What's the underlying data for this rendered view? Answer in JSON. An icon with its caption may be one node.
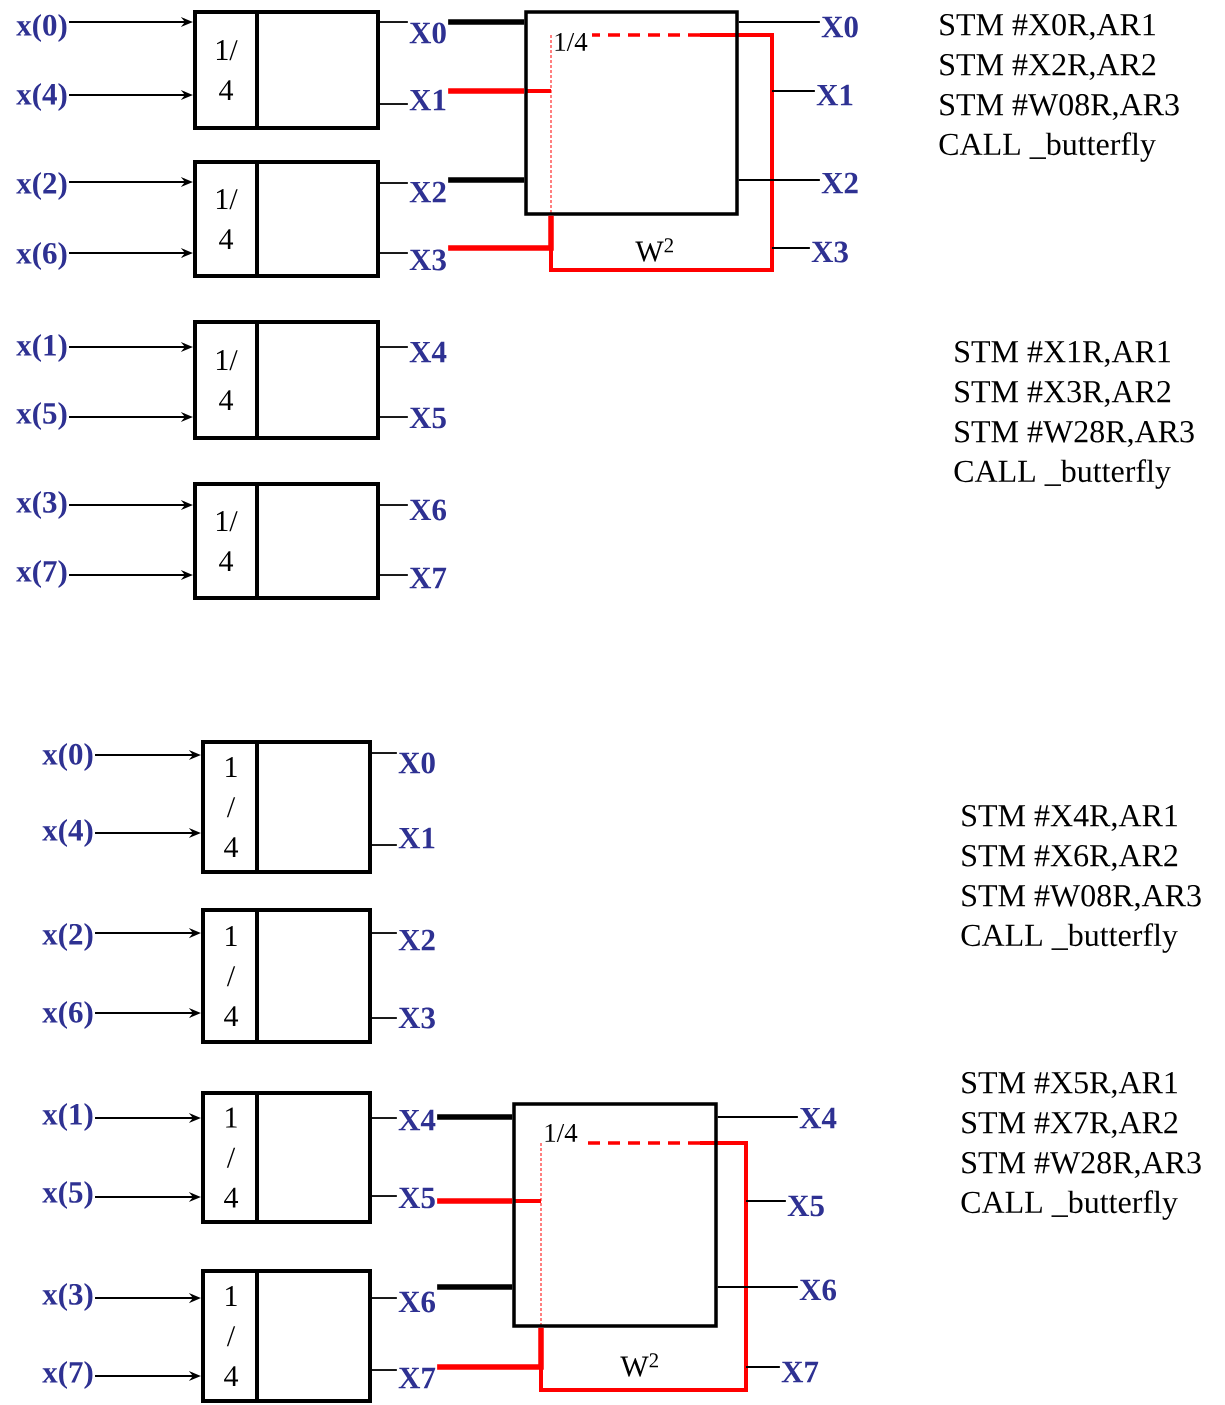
{
  "diagram": {
    "nodes": [
      {
        "text": [
          "x(0)"
        ]
      },
      {
        "text": [
          "x(4)"
        ]
      },
      {
        "text": [
          "1/ 4"
        ]
      },
      {
        "text": [
          "X0"
        ]
      },
      {
        "text": [
          "X1"
        ]
      },
      {
        "text": [
          "x(2)"
        ]
      },
      {
        "text": [
          "x(6)"
        ]
      },
      {
        "text": [
          "1/ 4"
        ]
      },
      {
        "text": [
          "X2"
        ]
      },
      {
        "text": [
          "X3"
        ]
      },
      {
        "text": [
          "x(1)"
        ]
      },
      {
        "text": [
          "x(5)"
        ]
      },
      {
        "text": [
          "1/ 4"
        ]
      },
      {
        "text": [
          "X4"
        ]
      },
      {
        "text": [
          "X5"
        ]
      },
      {
        "text": [
          "x(3)"
        ]
      },
      {
        "text": [
          "x(7)"
        ]
      },
      {
        "text": [
          "1/ 4"
        ]
      },
      {
        "text": [
          "X6"
        ]
      },
      {
        "text": [
          "X7"
        ]
      },
      {
        "text": [
          "1/4"
        ],
        "beside": [
          "W$^{2}$"
        ]
      },
      {
        "text": [
          "X0"
        ]
      },
      {
        "text": [
          "X1"
        ]
      },
      {
        "text": [
          "X2"
        ]
      },
      {
        "text": [
          "X3"
        ]
      },
      {
        "text": [
          "x(0)"
        ]
      },
      {
        "text": [
          "x(4)"
        ]
      },
      {
        "text": [
          "1 / 4"
        ]
      },
      {
        "text": [
          "X0"
        ]
      },
      {
        "text": [
          "X1"
        ]
      },
      {
        "text": [
          "x(2)"
        ]
      },
      {
        "text": [
          "x(6)"
        ]
      },
      {
        "text": [
          "1 / 4"
        ]
      },
      {
        "text": [
          "X2"
        ]
      },
      {
        "text": [
          "X3"
        ]
      },
      {
        "text": [
          "x(1)"
        ]
      },
      {
        "text": [
          "x(5)"
        ]
      },
      {
        "text": [
          "1 / 4"
        ]
      },
      {
        "text": [
          "X4"
        ]
      },
      {
        "text": [
          "X5"
        ]
      },
      {
        "text": [
          "x(3)"
        ]
      },
      {
        "text": [
          "x(7)"
        ]
      },
      {
        "text": [
          "1 / 4"
        ]
      },
      {
        "text": [
          "X6"
        ]
      },
      {
        "text": [
          "X7"
        ]
      },
      {
        "text": [
          "1/4"
        ],
        "beside": [
          "W$^{2}$"
        ]
      },
      {
        "text": [
          "X4"
        ]
      },
      {
        "text": [
          "X5"
        ]
      },
      {
        "text": [
          "X6"
        ]
      },
      {
        "text": [
          "X7"
        ]
      }
    ],
    "edges": [
      {
        "from": 0,
        "to": 2,
        "arrow": "to"
      },
      {
        "from": 1,
        "to": 2,
        "arrow": "to"
      },
      {
        "from": 2,
        "to": 3,
        "arrow": "none"
      },
      {
        "from": 2,
        "to": 4,
        "arrow": "none"
      },
      {
        "from": 5,
        "to": 7,
        "arrow": "to"
      },
      {
        "from": 6,
        "to": 7,
        "arrow": "to"
      },
      {
        "from": 7,
        "to": 8,
        "arrow": "none"
      },
      {
        "from": 7,
        "to": 9,
        "arrow": "none"
      },
      {
        "from": 10,
        "to": 12,
        "arrow": "to"
      },
      {
        "from": 11,
        "to": 12,
        "arrow": "to"
      },
      {
        "from": 12,
        "to": 13,
        "arrow": "none"
      },
      {
        "from": 12,
        "to": 14,
        "arrow": "none"
      },
      {
        "from": 15,
        "to": 17,
        "arrow": "to"
      },
      {
        "from": 16,
        "to": 17,
        "arrow": "to"
      },
      {
        "from": 17,
        "to": 18,
        "arrow": "none"
      },
      {
        "from": 17,
        "to": 19,
        "arrow": "none"
      },
      {
        "from": 3,
        "to": 20,
        "arrow": "none",
        "style": "thick"
      },
      {
        "from": 4,
        "to": 20,
        "arrow": "none",
        "style": "thick",
        "color": "#ff0000"
      },
      {
        "from": 8,
        "to": 20,
        "arrow": "none",
        "style": "thick"
      },
      {
        "from": 9,
        "to": 20,
        "arrow": "none",
        "style": "thick",
        "color": "#ff0000"
      },
      {
        "from": 20,
        "to": 21,
        "arrow": "none"
      },
      {
        "from": null,
        "to": 22,
        "arrow": "none"
      },
      {
        "from": 20,
        "to": 23,
        "arrow": "none"
      },
      {
        "from": null,
        "to": 24,
        "arrow": "none"
      },
      {
        "from": 25,
        "to": 27,
        "arrow": "to"
      },
      {
        "from": 26,
        "to": 27,
        "arrow": "to"
      },
      {
        "from": 27,
        "to": 28,
        "arrow": "none"
      },
      {
        "from": 27,
        "to": 29,
        "arrow": "none"
      },
      {
        "from": 30,
        "to": 32,
        "arrow": "to"
      },
      {
        "from": 31,
        "to": 32,
        "arrow": "to"
      },
      {
        "from": 32,
        "to": 33,
        "arrow": "none"
      },
      {
        "from": 32,
        "to": 34,
        "arrow": "none"
      },
      {
        "from": 35,
        "to": 37,
        "arrow": "to"
      },
      {
        "from": 36,
        "to": 37,
        "arrow": "to"
      },
      {
        "from": 37,
        "to": 38,
        "arrow": "none"
      },
      {
        "from": 37,
        "to": 39,
        "arrow": "none"
      },
      {
        "from": 40,
        "to": 42,
        "arrow": "to"
      },
      {
        "from": 41,
        "to": 42,
        "arrow": "to"
      },
      {
        "from": 42,
        "to": 43,
        "arrow": "none"
      },
      {
        "from": 42,
        "to": 44,
        "arrow": "none"
      },
      {
        "from": 38,
        "to": 45,
        "arrow": "none",
        "style": "thick"
      },
      {
        "from": 39,
        "to": 45,
        "arrow": "none",
        "style": "thick",
        "color": "#ff0000"
      },
      {
        "from": 43,
        "to": 45,
        "arrow": "none",
        "style": "thick"
      },
      {
        "from": 44,
        "to": 45,
        "arrow": "none",
        "style": "thick",
        "color": "#ff0000"
      },
      {
        "from": 45,
        "to": 46,
        "arrow": "none"
      },
      {
        "from": null,
        "to": 47,
        "arrow": "none"
      },
      {
        "from": 45,
        "to": 48,
        "arrow": "none"
      },
      {
        "from": null,
        "to": 49,
        "arrow": "none"
      }
    ],
    "labels": [
      "STM #X0R,AR1",
      "STM #X2R,AR2",
      "STM #W08R,AR3",
      "CALL _butterfly",
      "STM #X1R,AR1",
      "STM #X3R,AR2",
      "STM #W28R,AR3",
      "CALL _butterfly",
      "STM #X4R,AR1",
      "STM #X6R,AR2",
      "STM #W08R,AR3",
      "CALL _butterfly",
      "STM #X5R,AR1",
      "STM #X7R,AR2",
      "STM #W28R,AR3",
      "CALL _butterfly"
    ]
  }
}
